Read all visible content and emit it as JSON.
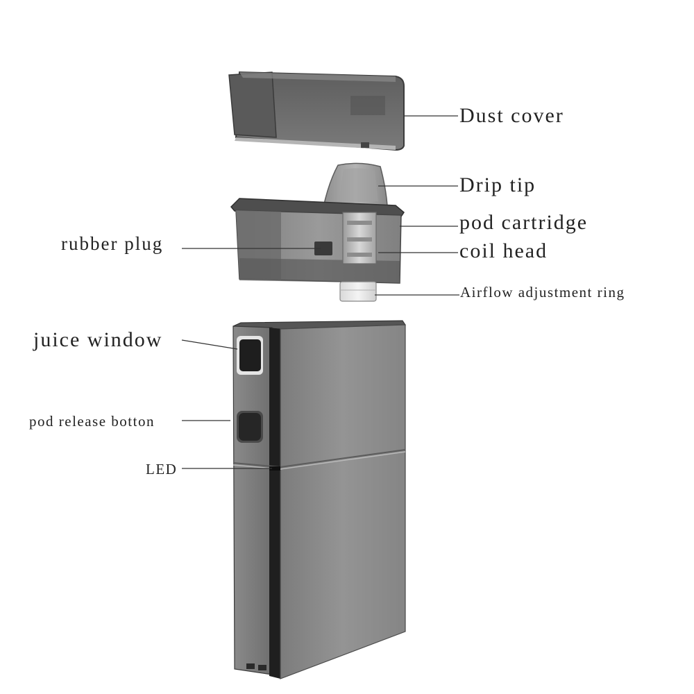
{
  "labels": {
    "dust_cover": "Dust cover",
    "drip_tip": "Drip tip",
    "pod_cartridge": "pod cartridge",
    "coil_head": "coil head",
    "airflow_ring": "Airflow adjustment ring",
    "rubber_plug": "rubber plug",
    "juice_window": "juice window",
    "pod_release_button": "pod release botton",
    "led": "LED"
  },
  "colors": {
    "body_front": "#8f8f8f",
    "body_side": "#7a7a7a",
    "body_edge": "#1f1f1f",
    "smoke_plastic": "#6e6e6e",
    "line": "#333333",
    "text": "#222222"
  }
}
